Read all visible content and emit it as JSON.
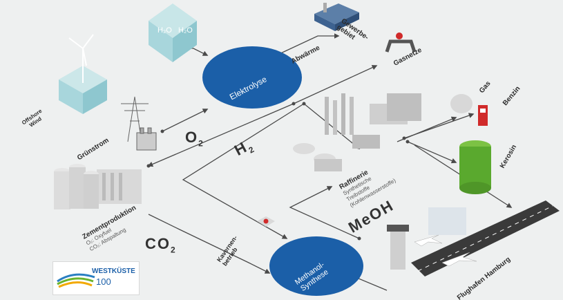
{
  "labels": {
    "offshore_wind": [
      "Offshore",
      "Wind"
    ],
    "h2o_1": "H₂O",
    "h2o_2": "H₂O",
    "elektrolyse": "Elektrolyse",
    "abwaerme": "Abwärme",
    "gewerbegebiet": [
      "Gewerbe-",
      "gebiet"
    ],
    "gasnetze": "Gasnetze",
    "gas": "Gas",
    "benzin": "Benzin",
    "kerosin": "Kerosin",
    "gruenstrom": "Grünstrom",
    "o2": "O",
    "o2_sub": "2",
    "h2": "H",
    "h2_sub": "2",
    "co2": "CO",
    "co2_sub": "2",
    "meoh": "MeOH",
    "raffinerie_title": "Raffinerie",
    "raffinerie_lines": [
      "Synthetische",
      "Treibstoffe",
      "(Kohlenwasserstoffe)"
    ],
    "zementproduktion_title": "Zementproduktion",
    "zement_lines": [
      "O₂: Oxyfuel",
      "CO₂: Abspaltung"
    ],
    "kavernenbetrieb": [
      "Kavernen-",
      "betrieb"
    ],
    "methanol_synthese": [
      "Methanol-",
      "Synthese"
    ],
    "flughafen": "Flughafen Hamburg"
  },
  "logo": {
    "line1": "WESTKÜSTE",
    "line2": "100"
  },
  "colors": {
    "process_blue": "#1b5fa8",
    "line_gray": "#4a4a4a",
    "cube_teal": "#9fd1d6",
    "tank_green": "#5aa92e",
    "pump_red": "#d02a2a",
    "background": "#eef0f0"
  }
}
